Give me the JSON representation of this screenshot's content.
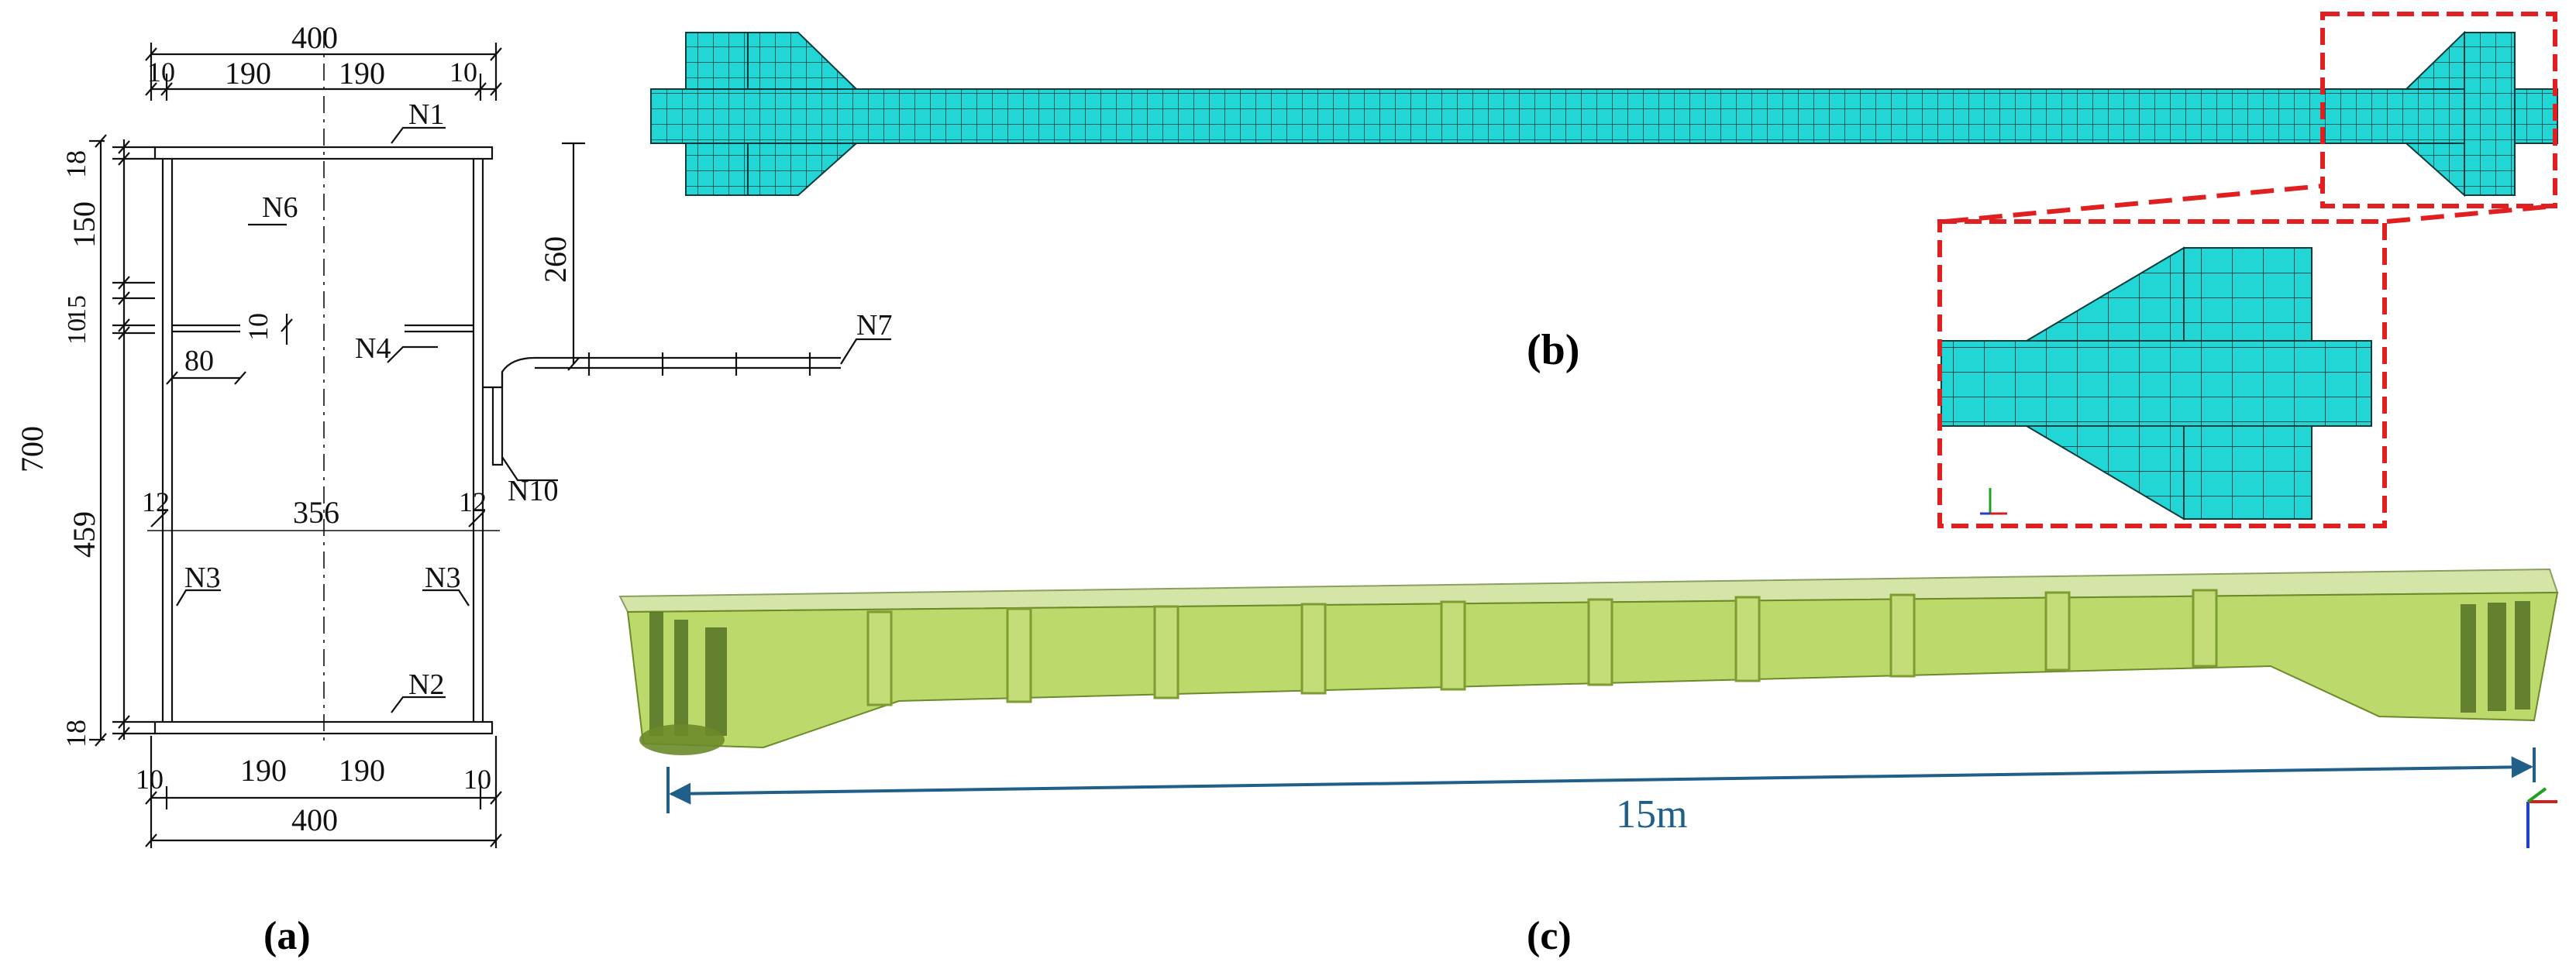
{
  "panel_a": {
    "caption": "(a)",
    "dims": {
      "top_total": "400",
      "top_seg_left_edge": "10",
      "top_seg_left": "190",
      "top_seg_right": "190",
      "top_seg_right_edge": "10",
      "left_top": "18",
      "left_150": "150",
      "left_15": "15",
      "left_10": "10",
      "left_700": "700",
      "left_459": "459",
      "left_bottom": "18",
      "right_260": "260",
      "diaphragm_80": "80",
      "diaphragm_10": "10",
      "web_12_left": "12",
      "inner_356": "356",
      "web_12_right": "12",
      "bottom_seg_left_edge": "10",
      "bottom_seg_left": "190",
      "bottom_seg_right": "190",
      "bottom_seg_right_edge": "10",
      "bottom_total": "400"
    },
    "labels": {
      "n1": "N1",
      "n2": "N2",
      "n3_left": "N3",
      "n3_right": "N3",
      "n4": "N4",
      "n6": "N6",
      "n7": "N7",
      "n10": "N10"
    }
  },
  "panel_b": {
    "caption": "(b)",
    "mesh_color": "#22d6d6",
    "highlight_color": "#e02020"
  },
  "panel_c": {
    "caption": "(c)",
    "span_label": "15m",
    "model_color": "#a6cc3a",
    "dimension_color": "#1f5f8a"
  }
}
